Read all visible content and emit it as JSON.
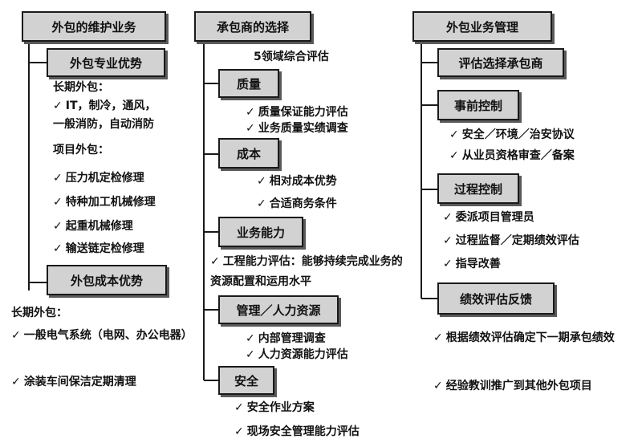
{
  "col1": {
    "title": "外包的维护业务",
    "adv": {
      "label": "外包专业优势",
      "long_term": "长期外包：",
      "long_items": [
        "IT，制冷，通风，",
        "一般消防，自动消防"
      ],
      "project": "项目外包：",
      "project_items": [
        "压力机定检修理",
        "特种加工机械修理",
        "起重机械修理",
        "输送链定检修理"
      ]
    },
    "cost": {
      "label": "外包成本优势",
      "long_term": "长期外包：",
      "items": [
        "一般电气系统（电网、办公电器）",
        "涂装车间保洁定期清理"
      ]
    }
  },
  "col2": {
    "title": "承包商的选择",
    "subtitle": "5领域综合评估",
    "sections": [
      {
        "label": "质量",
        "items": [
          "质量保证能力评估",
          "业务质量实绩调查"
        ]
      },
      {
        "label": "成本",
        "items": [
          "相对成本优势",
          "合适商务条件"
        ]
      },
      {
        "label": "业务能力",
        "items": [
          "工程能力评估：能够持续完成业务的资源配置和运用水平"
        ]
      },
      {
        "label": "管理／人力资源",
        "items": [
          "内部管理调查",
          "人力资源能力评估"
        ]
      },
      {
        "label": "安全",
        "items": [
          "安全作业方案",
          "现场安全管理能力评估"
        ]
      }
    ]
  },
  "col3": {
    "title": "外包业务管理",
    "sections": [
      {
        "label": "评估选择承包商",
        "items": []
      },
      {
        "label": "事前控制",
        "items": [
          "安全／环境／治安协议",
          "从业员资格审查／备案"
        ]
      },
      {
        "label": "过程控制",
        "items": [
          "委派项目管理员",
          "过程监督／定期绩效评估",
          "指导改善"
        ]
      },
      {
        "label": "绩效评估反馈",
        "items": [
          "根据绩效评估确定下一期承包绩效",
          "经验教训推广到其他外包项目"
        ]
      }
    ]
  },
  "check_mark": "✓"
}
